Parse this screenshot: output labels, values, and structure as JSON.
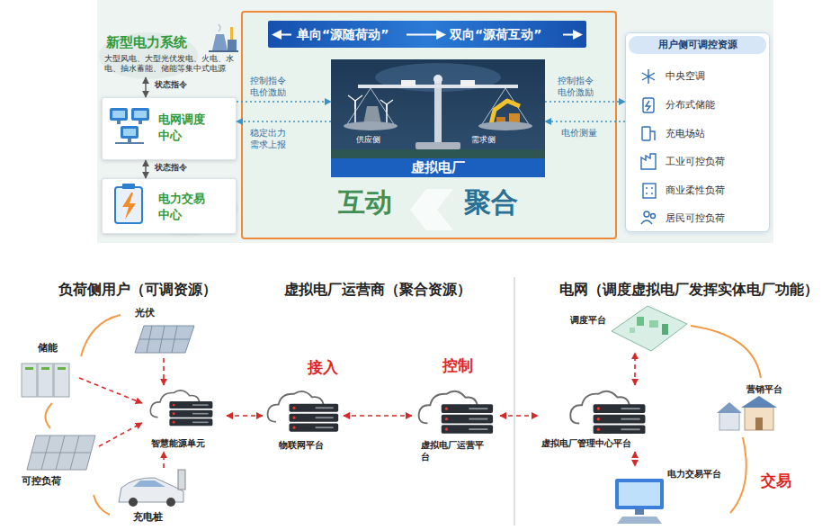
{
  "diagram": {
    "nodes": [
      {
        "text": [
          "新型电力系统",
          "大型风电、大型光伏发电、火电、水电、抽水蓄能、储能等集中式电源"
        ]
      },
      {
        "text": [
          "电网调度中心"
        ]
      },
      {
        "text": [
          "电力交易中心"
        ]
      },
      {
        "text": [
          "互动",
          "聚合"
        ]
      },
      {
        "text": [
          "单向“源随荷动”",
          "双向“源荷互动”"
        ],
        "in": 3
      },
      {
        "text": [
          "供应侧",
          "需求侧",
          "虚拟电厂"
        ],
        "in": 3
      },
      {
        "text": [
          "用户侧可调控资源",
          "中央空调",
          "分布式储能",
          "充电场站",
          "工业可控负荷",
          "商业柔性负荷",
          "居民可控负荷"
        ]
      },
      {
        "text": [
          "光伏"
        ]
      },
      {
        "text": [
          "储能"
        ]
      },
      {
        "text": [
          "可控负荷"
        ]
      },
      {
        "text": [
          "充电桩"
        ]
      },
      {
        "text": [
          "智慧能源单元"
        ]
      },
      {
        "text": [
          "物联网平台"
        ]
      },
      {
        "text": [
          "虚拟电厂运营平台"
        ]
      },
      {
        "text": [
          "虚拟电厂管理中心平台"
        ]
      },
      {
        "text": [
          "调度平台"
        ]
      },
      {
        "text": [
          "营销平台"
        ]
      },
      {
        "text": [
          "电力交易平台"
        ]
      }
    ],
    "edges": [
      {
        "from": 0,
        "to": 1,
        "arrow": "both",
        "label": "状态指令"
      },
      {
        "from": 1,
        "to": 2,
        "arrow": "both",
        "label": "状态指令"
      },
      {
        "from": 1,
        "to": 5,
        "arrow": "to",
        "label": "控制指令 电价激励"
      },
      {
        "from": 5,
        "to": 1,
        "arrow": "to",
        "label": "稳定出力 需求上报"
      },
      {
        "from": 5,
        "to": 6,
        "arrow": "to",
        "label": "控制指令 电价激励"
      },
      {
        "from": 6,
        "to": 5,
        "arrow": "to",
        "label": "电价测量"
      },
      {
        "from": 7,
        "to": 11,
        "arrow": "to"
      },
      {
        "from": 8,
        "to": 11,
        "arrow": "to"
      },
      {
        "from": 9,
        "to": 11,
        "arrow": "to"
      },
      {
        "from": 10,
        "to": 11,
        "arrow": "to"
      },
      {
        "from": 11,
        "to": 12,
        "arrow": "both"
      },
      {
        "from": 12,
        "to": 13,
        "arrow": "both"
      },
      {
        "from": 13,
        "to": 14,
        "arrow": "both"
      },
      {
        "from": 14,
        "to": 15,
        "arrow": "both"
      },
      {
        "from": 14,
        "to": 17,
        "arrow": "both"
      }
    ],
    "labels": [
      "负荷侧用户（可调资源）",
      "虚拟电厂运营商（聚合资源）",
      "电网（调度虚拟电厂发挥实体电厂功能）",
      "接入",
      "控制",
      "交易"
    ]
  }
}
